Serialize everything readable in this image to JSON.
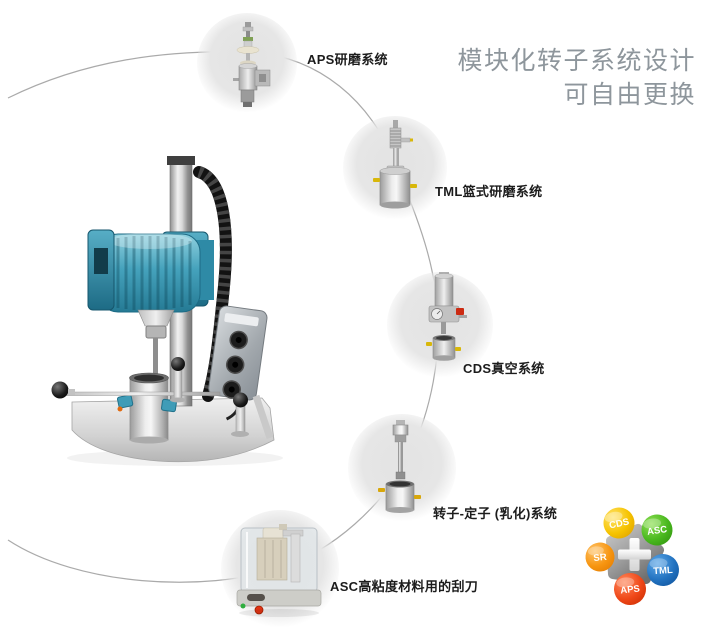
{
  "page": {
    "background": "#ffffff",
    "arc_color": "#9b9b9b"
  },
  "title": {
    "line1": "模块化转子系统设计",
    "line2": "可自由更换",
    "color": "#8e969c"
  },
  "callouts": {
    "aps": {
      "label": "APS研磨系统"
    },
    "tml": {
      "label": "TML篮式研磨系统"
    },
    "cds": {
      "label": "CDS真空系统"
    },
    "rotor": {
      "label": "转子-定子 (乳化)系统"
    },
    "asc": {
      "label": "ASC高粘度材料用的刮刀"
    }
  },
  "machine": {
    "accent_color": "#3f9cb7",
    "body_color": "#45a2bc"
  },
  "logo": {
    "icons": {
      "center": "plus-icon"
    },
    "badges": [
      {
        "id": "cds",
        "label": "CDS",
        "color": "#f2b800"
      },
      {
        "id": "asc",
        "label": "ASC",
        "color": "#49b81e"
      },
      {
        "id": "sr",
        "label": "SR",
        "color": "#f79510"
      },
      {
        "id": "tml",
        "label": "TML",
        "color": "#2272c0"
      },
      {
        "id": "aps",
        "label": "APS",
        "color": "#ef4718"
      }
    ]
  }
}
